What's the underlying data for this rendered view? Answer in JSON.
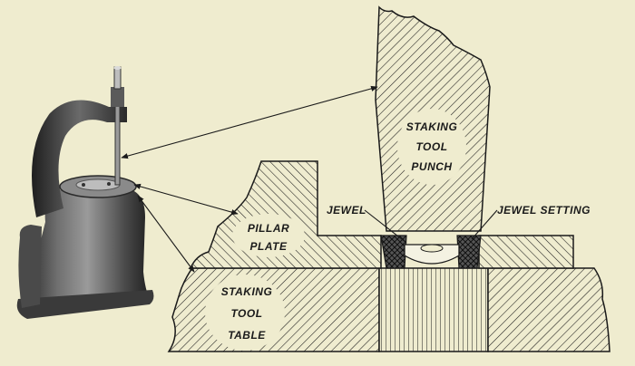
{
  "labels": {
    "punch_line1": "STAKING",
    "punch_line2": "TOOL",
    "punch_line3": "PUNCH",
    "jewel": "JEWEL",
    "jewel_setting": "JEWEL SETTING",
    "plate_line1": "PILLAR",
    "plate_line2": "PLATE",
    "table_line1": "STAKING",
    "table_line2": "TOOL",
    "table_line3": "TABLE"
  },
  "colors": {
    "paper": "#efeccf",
    "ink": "#1a1a1a",
    "metal_dark": "#2c2c2c",
    "metal_mid": "#6b6b6b",
    "metal_light": "#a9a9a9"
  }
}
